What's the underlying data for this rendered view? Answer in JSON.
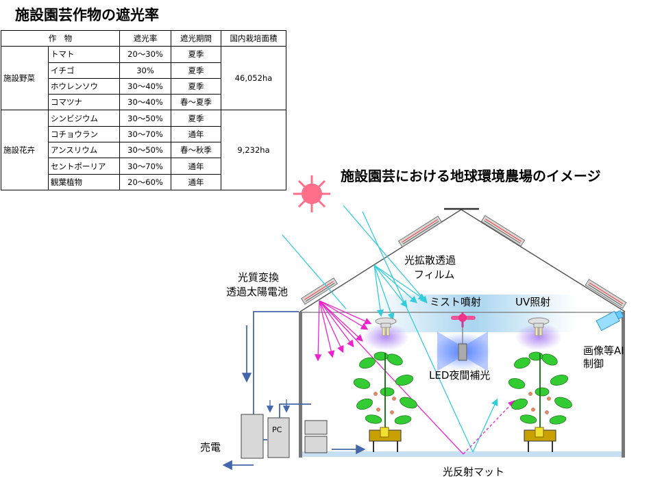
{
  "title": "施設園芸作物の遮光率",
  "table": {
    "headers": [
      "作　物",
      "遮光率",
      "遮光期間",
      "国内栽培面積"
    ],
    "groups": [
      {
        "category": "施設野菜",
        "area": "46,052ha",
        "rows": [
          {
            "crop": "トマト",
            "rate": "20～30%",
            "period": "夏季"
          },
          {
            "crop": "イチゴ",
            "rate": "30%",
            "period": "夏季"
          },
          {
            "crop": "ホウレンソウ",
            "rate": "30～40%",
            "period": "夏季"
          },
          {
            "crop": "コマツナ",
            "rate": "30～40%",
            "period": "春～夏季"
          }
        ]
      },
      {
        "category": "施設花卉",
        "area": "9,232ha",
        "rows": [
          {
            "crop": "シンビジウム",
            "rate": "30～50%",
            "period": "夏季"
          },
          {
            "crop": "コチョウラン",
            "rate": "30～70%",
            "period": "通年"
          },
          {
            "crop": "アンスリウム",
            "rate": "30～50%",
            "period": "春～秋季"
          },
          {
            "crop": "セントポーリア",
            "rate": "30～70%",
            "period": "通年"
          },
          {
            "crop": "観葉植物",
            "rate": "20～60%",
            "period": "通年"
          }
        ]
      }
    ]
  },
  "diagram": {
    "title": "施設園芸における地球環境農場のイメージ",
    "labels": {
      "film_line1": "光拡散透過",
      "film_line2": "フィルム",
      "pv_line1": "光質変換",
      "pv_line2": "透過太陽電池",
      "mist": "ミスト噴射",
      "uv": "UV照射",
      "led": "LED夜間補光",
      "ai_line1": "画像等AI",
      "ai_line2": "制御",
      "pc": "PC",
      "sell": "売電",
      "mat": "光反射マット"
    },
    "colors": {
      "sun": "#ff6f8a",
      "daylight": "#33ccdd",
      "converted_light": "#ee22cc",
      "wire": "#4466aa",
      "frame": "#666666",
      "panel": "#c8c8c8",
      "mat": "#c6dff2",
      "leaf": "#33cc33",
      "pot": "#c8a000"
    }
  }
}
